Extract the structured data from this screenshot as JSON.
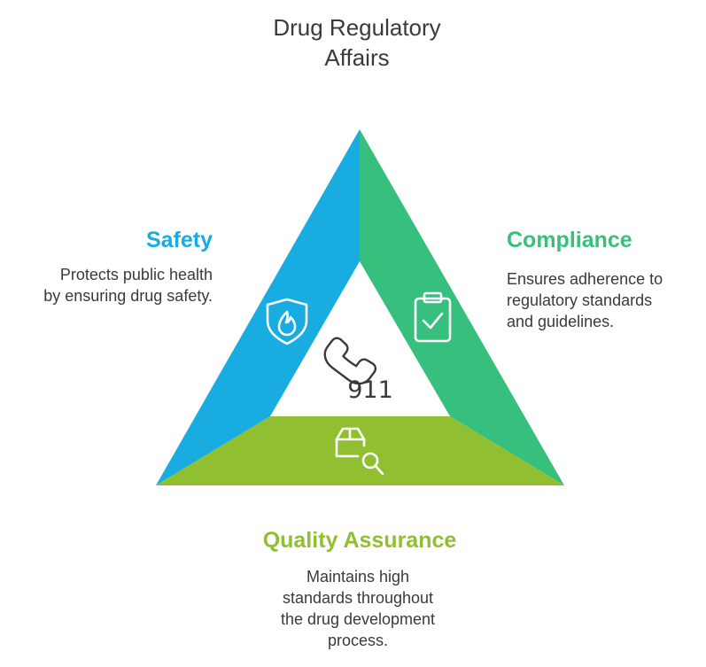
{
  "title": {
    "line1": "Drug Regulatory",
    "line2": "Affairs"
  },
  "center": {
    "icon": "phone-icon",
    "number": "911"
  },
  "sections": {
    "safety": {
      "heading": "Safety",
      "desc_lines": [
        "Protects public health",
        "by ensuring drug safety."
      ],
      "color": "#19ace0",
      "icon": "shield-flame-icon"
    },
    "compliance": {
      "heading": "Compliance",
      "desc_lines": [
        "Ensures adherence to",
        "regulatory standards",
        "and guidelines."
      ],
      "color": "#37c07d",
      "icon": "clipboard-check-icon"
    },
    "quality": {
      "heading": "Quality Assurance",
      "desc_lines": [
        "Maintains high",
        "standards throughout",
        "the drug development",
        "process."
      ],
      "color": "#90c031",
      "icon": "package-search-icon"
    }
  }
}
